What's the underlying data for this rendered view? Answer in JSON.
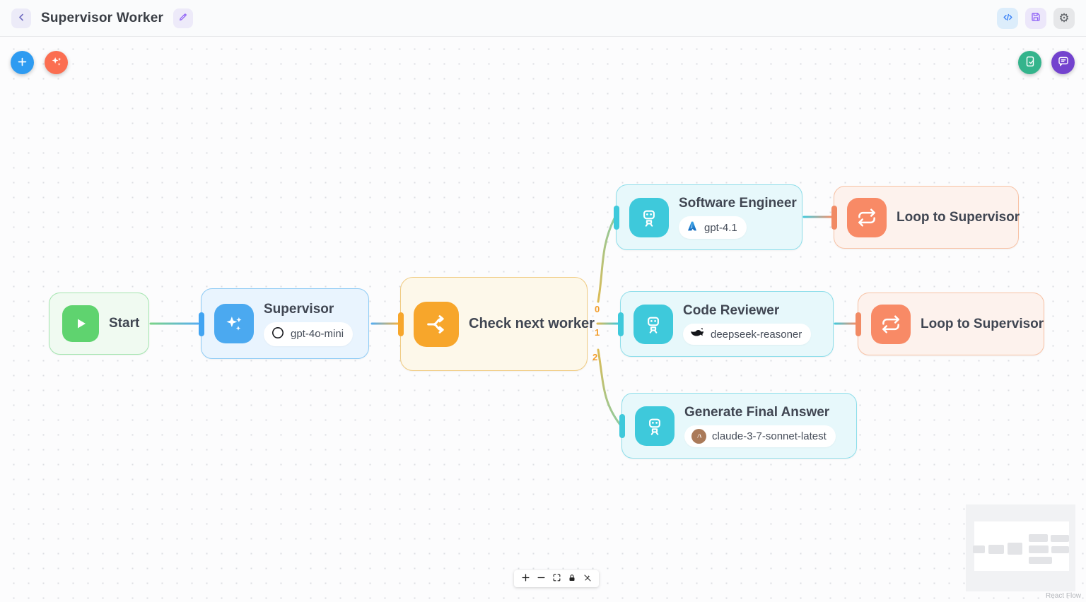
{
  "palette": {
    "accent_blue": "#2e9bf1",
    "accent_coral": "#fb6e51",
    "accent_green": "#34b48c",
    "accent_purple": "#7343ce",
    "node_amber": "#f7a62b",
    "node_teal": "#3ec9db",
    "node_green": "#5fd36f",
    "edge_label_color": "#f29d2b"
  },
  "header": {
    "title": "Supervisor Worker"
  },
  "canvas": {
    "edge_labels": [
      "0",
      "1",
      "2"
    ],
    "nodes": {
      "start": {
        "label": "Start"
      },
      "supervisor": {
        "label": "Supervisor",
        "model": "gpt-4o-mini",
        "provider": "openai"
      },
      "check_next_worker": {
        "label": "Check next worker"
      },
      "software_engineer": {
        "label": "Software Engineer",
        "model": "gpt-4.1",
        "provider": "azure"
      },
      "loop_to_supervisor_1": {
        "label": "Loop to Supervisor"
      },
      "code_reviewer": {
        "label": "Code Reviewer",
        "model": "deepseek-reasoner",
        "provider": "deepseek"
      },
      "loop_to_supervisor_2": {
        "label": "Loop to Supervisor"
      },
      "generate_final_answer": {
        "label": "Generate Final Answer",
        "model": "claude-3-7-sonnet-latest",
        "provider": "anthropic"
      }
    },
    "attribution": "React Flow"
  }
}
